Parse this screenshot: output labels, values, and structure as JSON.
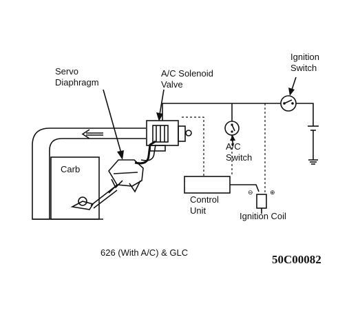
{
  "labels": {
    "servo_diaphragm_line1": "Servo",
    "servo_diaphragm_line2": "Diaphragm",
    "ac_solenoid_line1": "A/C Solenoid",
    "ac_solenoid_line2": "Valve",
    "ignition_switch_line1": "Ignition",
    "ignition_switch_line2": "Switch",
    "ac_switch_line1": "A/C",
    "ac_switch_line2": "Switch",
    "carb": "Carb",
    "control_unit_line1": "Control",
    "control_unit_line2": "Unit",
    "ignition_coil": "Ignition Coil",
    "coil_minus": "⊖",
    "coil_plus": "⊕"
  },
  "caption": "626 (With A/C) & GLC",
  "code": "50C00082"
}
